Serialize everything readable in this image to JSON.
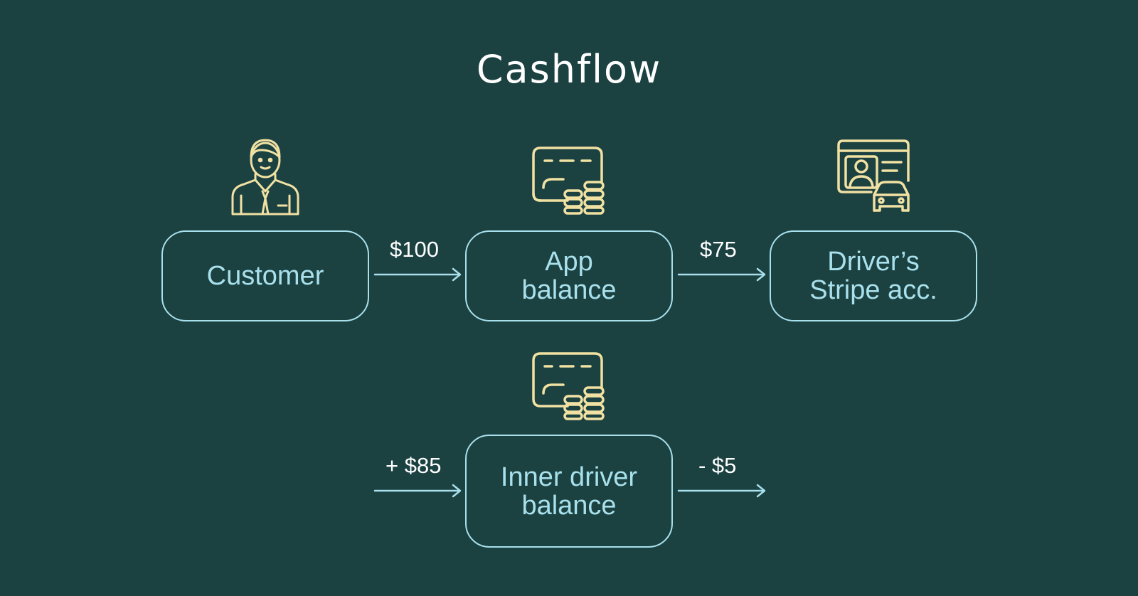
{
  "title": "Cashflow",
  "colors": {
    "background": "#1b4141",
    "node_border": "#a8e0ec",
    "node_text": "#a8e0ec",
    "icon": "#f1e1a3",
    "amount_text": "#ffffff"
  },
  "nodes": {
    "customer": {
      "line1": "Customer",
      "icon": "customer-person-icon"
    },
    "app_balance": {
      "line1": "App",
      "line2": "balance",
      "icon": "wallet-coins-icon"
    },
    "driver_stripe": {
      "line1": "Driver’s",
      "line2": "Stripe acc.",
      "icon": "driver-id-car-icon"
    },
    "inner_driver_balance": {
      "line1": "Inner driver",
      "line2": "balance",
      "icon": "wallet-coins-icon"
    }
  },
  "flows": {
    "customer_to_app": "$100",
    "app_to_driver": "$75",
    "inner_in": "+ $85",
    "inner_out": "- $5"
  }
}
